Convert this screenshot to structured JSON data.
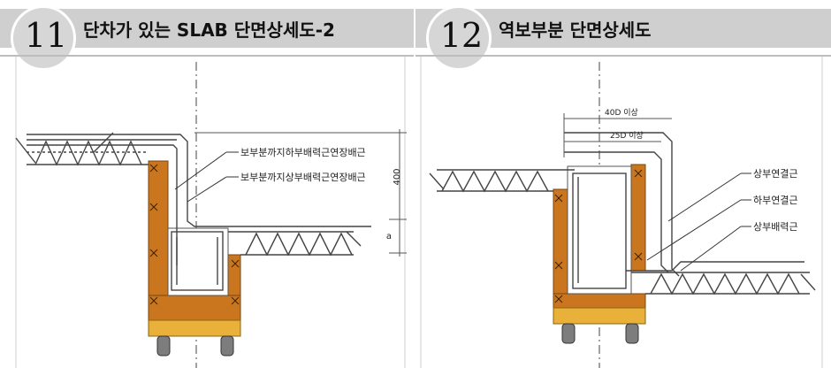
{
  "colors": {
    "concrete": "#c9761e",
    "footing": "#e9b13a",
    "steel_bar": "#555555",
    "header_band": "#cfcfcf"
  },
  "panels": [
    {
      "number": "11",
      "title": "단차가 있는 SLAB 단면상세도-2",
      "labels": [
        "보부분까지하부배력근연장배근",
        "보부분까지상부배력근연장배근"
      ],
      "dims": [
        "400",
        "a"
      ]
    },
    {
      "number": "12",
      "title": "역보부분 단면상세도",
      "labels": [
        "상부연결근",
        "하부연결근",
        "상부배력근"
      ],
      "dims": [
        "40D 이상",
        "25D 이상"
      ]
    }
  ]
}
